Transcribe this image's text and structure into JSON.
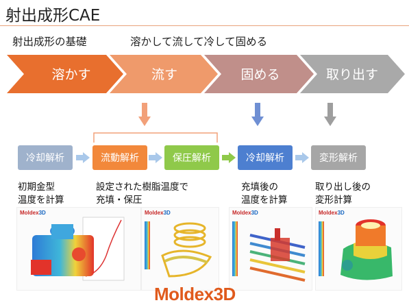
{
  "title": "射出成形CAE",
  "subtitle": {
    "left": "射出成形の基礎",
    "right": "溶かして流して冷して固める"
  },
  "stages": [
    {
      "label": "溶かす",
      "color": "#e86f2e"
    },
    {
      "label": "流す",
      "color": "#ef9a6b"
    },
    {
      "label": "固める",
      "color": "#c08f8a"
    },
    {
      "label": "取り出す",
      "color": "#a9a9a9"
    }
  ],
  "analysis_steps": [
    {
      "label": "冷却解析",
      "color": "#9fb2cc"
    },
    {
      "label": "流動解析",
      "color": "#f2883b"
    },
    {
      "label": "保圧解析",
      "color": "#8fc94a"
    },
    {
      "label": "冷却解析",
      "color": "#4d7fd0"
    },
    {
      "label": "変形解析",
      "color": "#a6a6a6"
    }
  ],
  "descriptions": [
    "初期金型\n温度を計算",
    "設定された樹脂温度で\n充填・保圧",
    "充填後の\n温度を計算",
    "取り出し後の\n変形計算"
  ],
  "panel_logo": {
    "main": "Moldex",
    "accent": "3D"
  },
  "footer_logo": "Moldex3D",
  "colors": {
    "arrow_orange": "#f2a079",
    "arrow_blue": "#6f8fd3",
    "arrow_gray": "#9e9e9e",
    "step_arrow": "#a9c8ea",
    "step_arrow_green": "#8fc94a"
  }
}
